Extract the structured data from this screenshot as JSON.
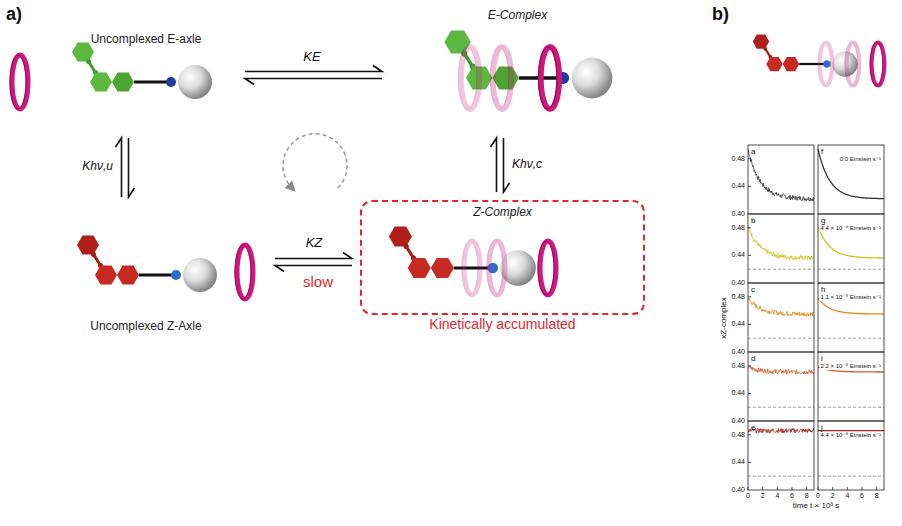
{
  "diagram": {
    "nodes": [
      {
        "text": [
          "Uncomplexed E-axle"
        ]
      },
      {
        "text": [
          "E-Complex"
        ]
      },
      {
        "text": [
          "Uncomplexed Z-Axle"
        ]
      },
      {
        "text": [
          "Z-Complex",
          "Kinetically accumulated"
        ]
      }
    ],
    "edges": [
      {
        "from": 0,
        "to": 1,
        "arrow": "both",
        "label": "KE"
      },
      {
        "from": 2,
        "to": 3,
        "arrow": "both",
        "label": "KZ"
      },
      {
        "from": 0,
        "to": 2,
        "arrow": "both",
        "label": "Khν,u"
      },
      {
        "from": 1,
        "to": 3,
        "arrow": "both",
        "label": "Khν,c"
      }
    ],
    "labels": [
      "a)",
      "b)",
      "slow",
      "a",
      "f",
      "b",
      "g",
      "c",
      "h",
      "d",
      "i",
      "e",
      "j",
      "0.0 Einstein s⁻¹",
      "4.4 × 10⁻⁹ Einstein s⁻¹",
      "1.1 × 10⁻⁸ Einstein s⁻¹",
      "2.2 × 10⁻⁸ Einstein s⁻¹",
      "4.4 × 10⁻⁸ Einstein s⁻¹",
      "0.48",
      "0.44",
      "0.40",
      "0.48",
      "0.44",
      "0.40",
      "0.48",
      "0.44",
      "0.40",
      "0.48",
      "0.44",
      "0.40",
      "0.48",
      "0.44",
      "0.40",
      "0",
      "2",
      "4",
      "6",
      "8",
      "0",
      "2",
      "4",
      "6",
      "8",
      "time t × 10³ s",
      "xZ-complex"
    ]
  }
}
